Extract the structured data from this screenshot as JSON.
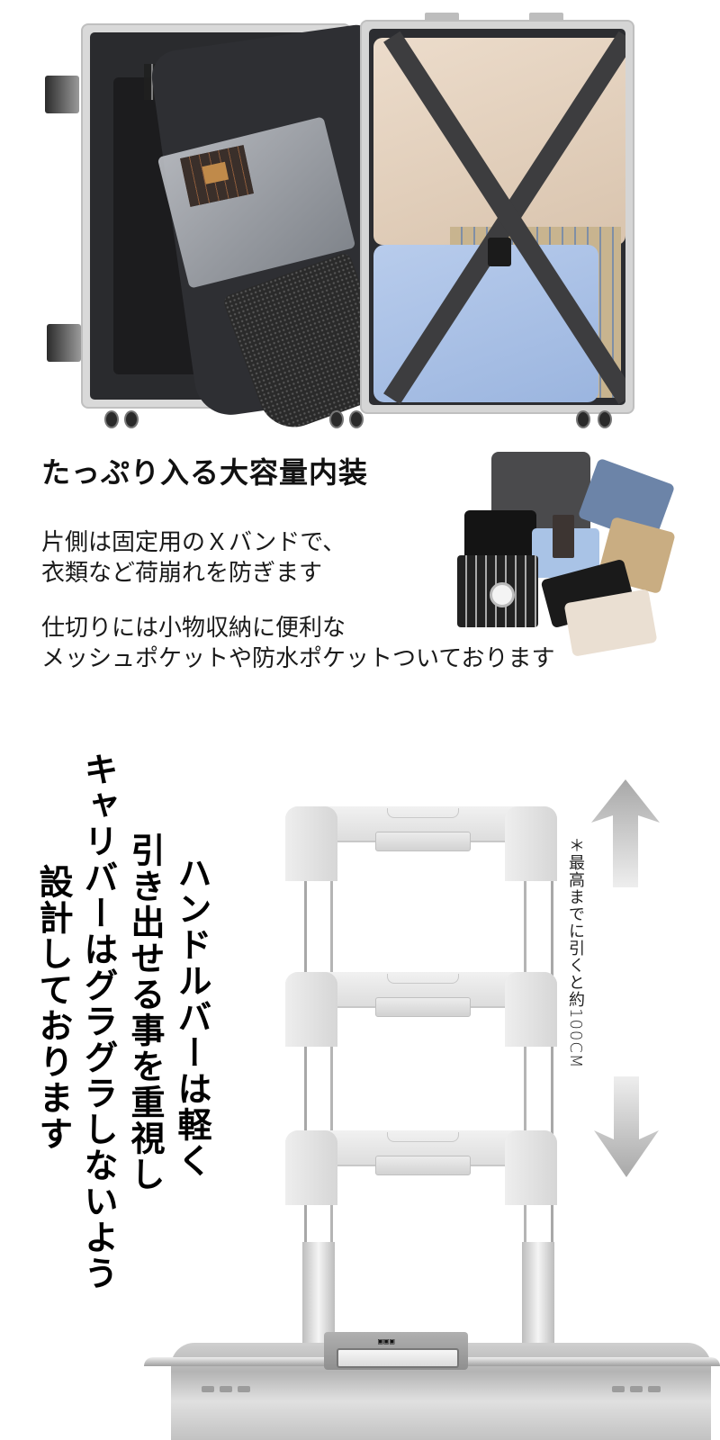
{
  "section_capacity": {
    "photo_alt": "open-aluminum-suitcase-interior",
    "left_compartment": {
      "features": [
        "divider-panel",
        "waterproof-pocket",
        "mesh-pocket"
      ]
    },
    "right_compartment": {
      "features": [
        "x-band-strap",
        "buckle"
      ]
    },
    "heading": "たっぷり入る大容量内装",
    "paragraphs": [
      [
        "片側は固定用のＸバンドで、",
        "衣類など荷崩れを防ぎます"
      ],
      [
        "仕切りには小物収納に便利な",
        "メッシュポケットや防水ポケットついております"
      ]
    ],
    "side_photo": "clothing-pile"
  },
  "section_handle": {
    "vertical_lines": [
      "ハンドルバーは軽く",
      "引き出せる事を重視し",
      "キャリバーはグラグラしないよう",
      "設計しております"
    ],
    "note": "＊最高までに引くと約100CM",
    "arrows": [
      "up",
      "down"
    ],
    "handle_positions": 3
  },
  "colors": {
    "background": "#ffffff",
    "text": "#111111",
    "frame": "#d5d5d5",
    "lining": "#2b2c30",
    "strap": "#3d3d3f",
    "handle": "#e6e6e6",
    "arrow": "#bdbdbd"
  }
}
